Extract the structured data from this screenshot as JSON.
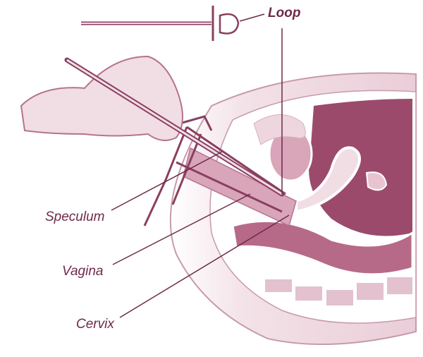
{
  "labels": {
    "loop": "Loop",
    "speculum": "Speculum",
    "vagina": "Vagina",
    "cervix": "Cervix"
  },
  "colors": {
    "dark": "#9c4a6c",
    "light": "#f1dde4",
    "line": "#7a3355"
  }
}
